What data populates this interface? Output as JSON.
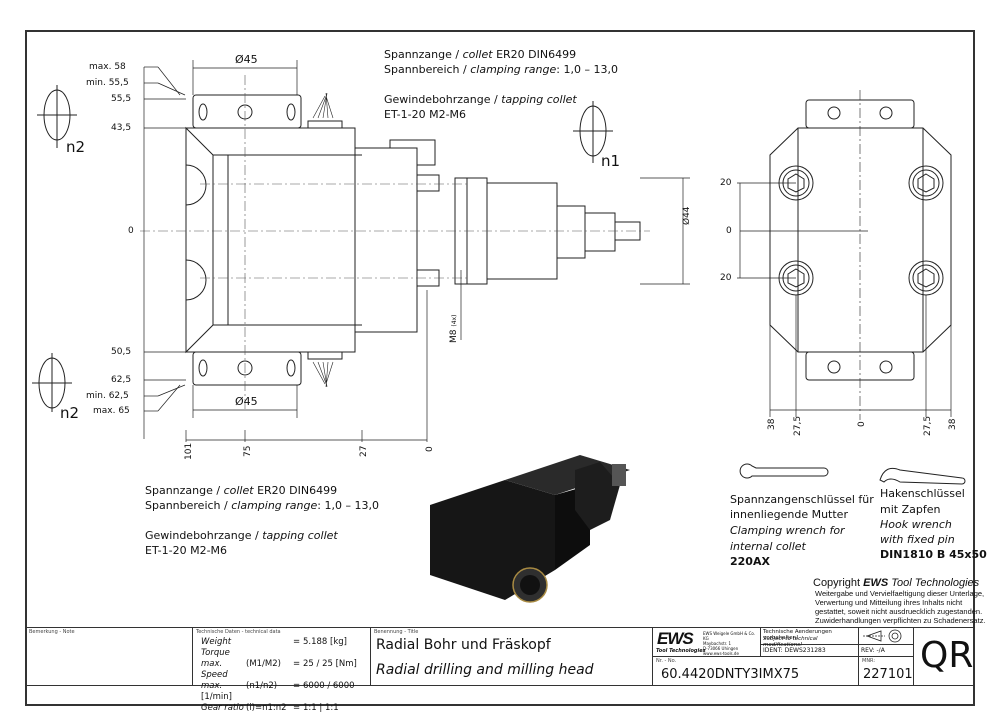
{
  "drawing": {
    "side_view": {
      "top_labels": {
        "max": "max. 58",
        "min": "min. 55,5",
        "nom": "55,5",
        "body": "43,5"
      },
      "bottom_labels": {
        "body": "50,5",
        "nom": "62,5",
        "min": "min. 62,5",
        "max": "max. 65"
      },
      "zero": "0",
      "diameter_top": "Ø45",
      "diameter_bottom": "Ø45",
      "diameter_spindle": "Ø44",
      "thread": "M8",
      "thread_count": "(4x)",
      "x_dims": [
        "101",
        "75",
        "27",
        "0"
      ],
      "rotation_top": "n2",
      "rotation_bottom": "n2",
      "rotation_spindle": "n1"
    },
    "front_view": {
      "y_dims": [
        "20",
        "0",
        "20"
      ],
      "x_dims": [
        "38",
        "27,5",
        "0",
        "27,5",
        "38"
      ]
    }
  },
  "notes": {
    "top": {
      "line1_de": "Spannzange / ",
      "line1_en": "collet",
      "line1_spec": "   ER20    DIN6499",
      "line2_de": "Spannbereich / ",
      "line2_en": "clamping range",
      "line2_spec": ": 1,0 – 13,0",
      "line3_de": "Gewindebohrzange / ",
      "line3_en": "tapping collet",
      "line4": "ET-1-20   M2-M6"
    },
    "bottom": {
      "line1_de": "Spannzange / ",
      "line1_en": "collet",
      "line1_spec": "   ER20    DIN6499",
      "line2_de": "Spannbereich / ",
      "line2_en": "clamping range",
      "line2_spec": ": 1,0 – 13,0",
      "line3_de": "Gewindebohrzange / ",
      "line3_en": "tapping collet",
      "line4": "ET-1-20   M2-M6"
    }
  },
  "accessories": [
    {
      "de1": "Spannzangenschlüssel für",
      "de2": "innenliegende Mutter",
      "en1": "Clamping wrench for",
      "en2": "internal collet",
      "code": "220AX"
    },
    {
      "de1": "Hakenschlüssel",
      "de2": "mit Zapfen",
      "en1": "Hook wrench",
      "en2": "with fixed pin",
      "code": "DIN1810 B 45x50"
    }
  ],
  "copyright": {
    "prefix": "Copyright ",
    "brand": "EWS",
    "suffix": " Tool Technologies",
    "lines": [
      "Weitergabe und Vervielfaeltigung dieser Unterlage,",
      "Verwertung und Mitteilung ihres Inhalts nicht",
      "gestattet, soweit nicht ausdruecklich zugestanden.",
      "Zuwiderhandlungen verpflichten zu Schadenersatz."
    ]
  },
  "title_block": {
    "note_caption": "Bemerkung - Note",
    "tech_caption": "Technische Daten - technical data",
    "tech_rows": [
      {
        "label": "Weight",
        "param": "",
        "eq": "=",
        "value": "5.188 [kg]"
      },
      {
        "label": "Torque max.",
        "param": "(M1/M2)",
        "eq": "=",
        "value": "25 / 25 [Nm]"
      },
      {
        "label": "Speed max.",
        "param": "(n1/n2)",
        "eq": "=",
        "value": "6000 / 6000 [1/min]"
      },
      {
        "label": "Gear ratio",
        "param": "(i)=n1:n2",
        "eq": "=",
        "value": "1:1 | 1:1"
      }
    ],
    "title_caption": "Benennung - Title",
    "title_de": "Radial Bohr und Fräskopf",
    "title_en": "Radial drilling and milling head",
    "logo": "EWS",
    "logo_sub": "Tool Technologies",
    "company_lines": [
      "EWS Weigele GmbH & Co. KG",
      "Maybachstr. 1",
      "D-73066 Uhingen",
      "www.ews-tools.de"
    ],
    "changes_de": "Technische Aenderungen vorbehalten!",
    "changes_en": "Subject to technical modifications!",
    "ident": "IDENT:  DEWS231283",
    "rev": "REV:  -/A",
    "number_caption": "Nr. - No.",
    "number": "60.4420DNTY3IMX75",
    "mnr_caption": "MNR:",
    "mnr": "227101",
    "qr": "QR"
  }
}
